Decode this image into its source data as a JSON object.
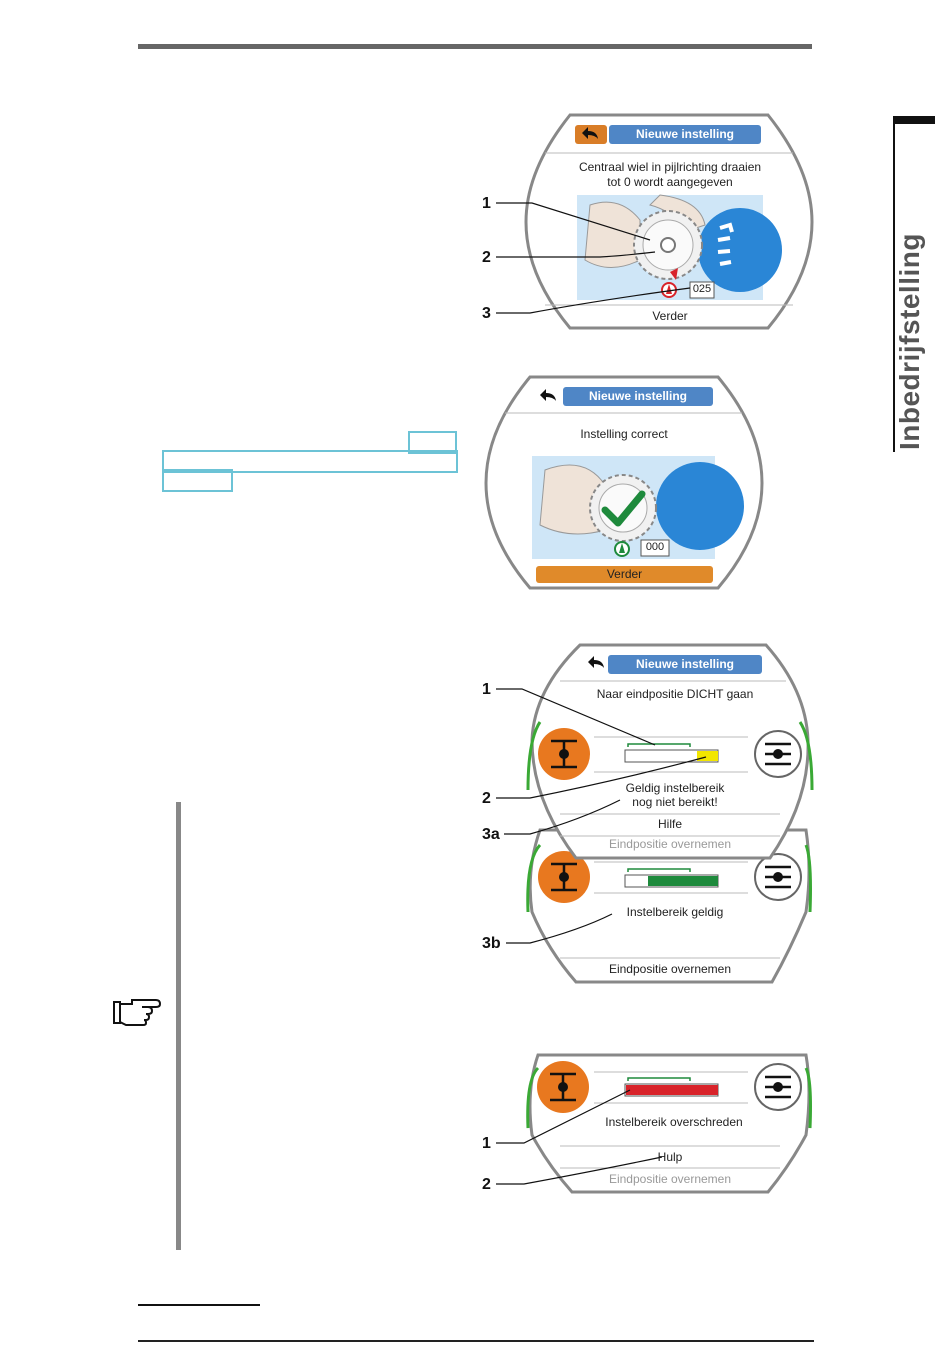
{
  "side_tab": {
    "label": "Inbedrijfstelling"
  },
  "screen1": {
    "title": "Nieuwe instelling",
    "instruction_line1": "Centraal wiel in pijlrichting draaien",
    "instruction_line2": "tot 0 wordt aangegeven",
    "counter": "025",
    "footer": "Verder",
    "callouts": [
      "1",
      "2",
      "3"
    ]
  },
  "screen2": {
    "title": "Nieuwe instelling",
    "message": "Instelling correct",
    "counter": "000",
    "footer": "Verder"
  },
  "screen3": {
    "title": "Nieuwe instelling",
    "instruction": "Naar eindpositie DICHT gaan",
    "status_line1": "Geldig instelbereik",
    "status_line2": "nog niet bereikt!",
    "menu_item1": "Hilfe",
    "menu_item2": "Eindpositie overnemen",
    "callouts": [
      "1",
      "2",
      "3a"
    ]
  },
  "screen4": {
    "status": "Instelbereik geldig",
    "menu_item": "Eindpositie overnemen",
    "callout": "3b"
  },
  "screen5": {
    "status": "Instelbereik overschreden",
    "menu_item1": "Hulp",
    "menu_item2": "Eindpositie overnemen",
    "callouts": [
      "1",
      "2"
    ]
  },
  "colors": {
    "title_blue": "#4f86c6",
    "back_orange": "#d97d27",
    "footer_orange": "#e08a2a",
    "bar_yellow": "#f2e600",
    "bar_green": "#1e8a3c",
    "bar_red": "#d8232a",
    "ring_green": "#3aa935",
    "blue_gear": "#2a86d6",
    "link_box": "#6cc3d6"
  }
}
